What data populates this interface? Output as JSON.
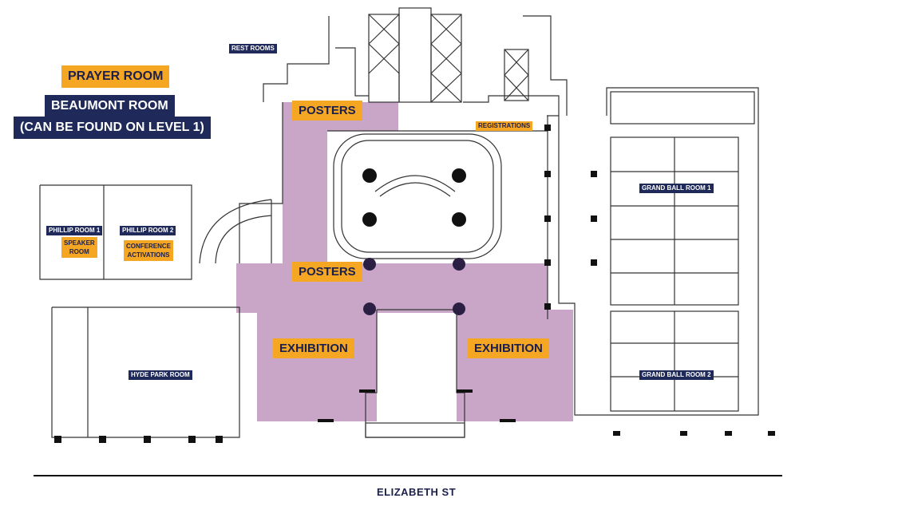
{
  "colors": {
    "navy": "#1f2a5a",
    "orange": "#f5a623",
    "purple_zone": "#c9a6c8",
    "wall": "#333333",
    "pillar": "#111111",
    "pillar_dark": "#2c1f44"
  },
  "labels": {
    "prayer_room": "PRAYER ROOM",
    "beaumont_room": "BEAUMONT ROOM",
    "beaumont_note": "(CAN BE FOUND ON LEVEL 1)",
    "rest_rooms": "REST ROOMS",
    "posters_top": "POSTERS",
    "posters_mid": "POSTERS",
    "registrations": "REGISTRATIONS",
    "grand_ball_room_1": "GRAND BALL ROOM 1",
    "grand_ball_room_2": "GRAND BALL ROOM 2",
    "phillip_room_1": "PHILLIP ROOM 1",
    "phillip_room_2": "PHILLIP ROOM 2",
    "speaker_room_line1": "SPEAKER",
    "speaker_room_line2": "ROOM",
    "conference_line1": "CONFERENCE",
    "conference_line2": "ACTIVATIONS",
    "exhibition_left": "EXHIBITION",
    "exhibition_right": "EXHIBITION",
    "hyde_park_room": "HYDE PARK ROOM",
    "street": "ELIZABETH ST"
  }
}
